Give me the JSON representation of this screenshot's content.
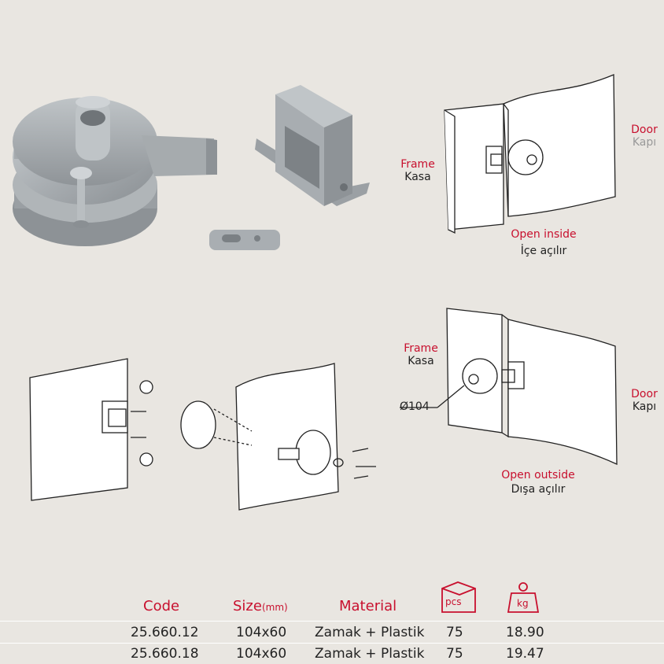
{
  "diagrams": {
    "top_right": {
      "frame_en": "Frame",
      "frame_tr": "Kasa",
      "door_en": "Door",
      "door_tr": "Kapı",
      "mode_en": "Open inside",
      "mode_tr": "İçe açılır"
    },
    "bottom_right": {
      "frame_en": "Frame",
      "frame_tr": "Kasa",
      "door_en": "Door",
      "door_tr": "Kapı",
      "mode_en": "Open outside",
      "mode_tr": "Dışa açılır",
      "diameter": "Ø104"
    }
  },
  "table": {
    "headers": {
      "code": "Code",
      "size": "Size",
      "size_unit": "(mm)",
      "material": "Material",
      "pcs_icon_label": "pcs",
      "kg_icon_label": "kg"
    },
    "rows": [
      {
        "code": "25.660.12",
        "size": "104x60",
        "material": "Zamak + Plastik",
        "pcs": "75",
        "kg": "18.90"
      },
      {
        "code": "25.660.18",
        "size": "104x60",
        "material": "Zamak + Plastik",
        "pcs": "75",
        "kg": "19.47"
      }
    ]
  },
  "colors": {
    "accent": "#c8102e",
    "background": "#e9e6e1",
    "metal": "#a7acb0"
  }
}
